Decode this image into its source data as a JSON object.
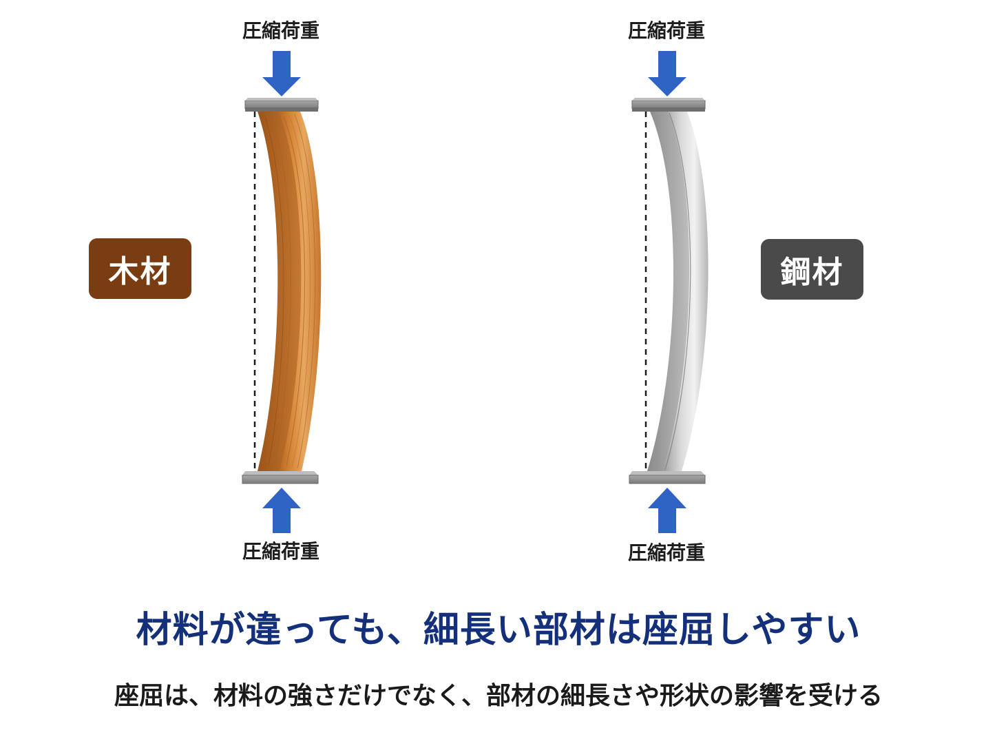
{
  "labels": {
    "wood_top_load": "圧縮荷重",
    "wood_bottom_load": "圧縮荷重",
    "steel_top_load": "圧縮荷重",
    "steel_bottom_load": "圧縮荷重",
    "wood_material": "木材",
    "steel_material": "鋼材"
  },
  "headline": "材料が違っても、細長い部材は座屈しやすい",
  "subline": "座屈は、材料の強さだけでなく、部材の細長さや形状の影響を受ける",
  "colors": {
    "arrow": "#2f63c4",
    "wood_badge": "#7a3d12",
    "steel_badge": "#4a4a4a",
    "headline": "#15307a",
    "plate": "#8f8f8f"
  }
}
